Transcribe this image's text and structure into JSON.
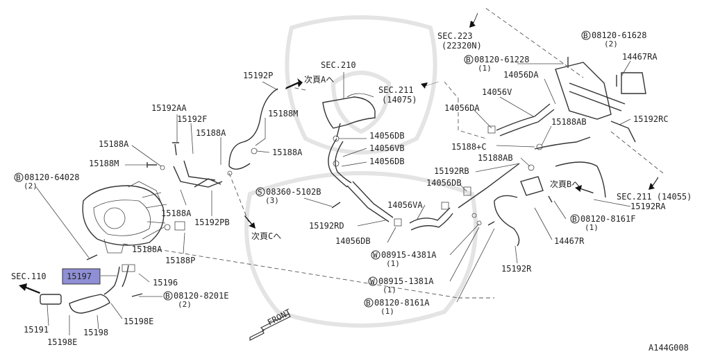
{
  "diagram_code": "A144G008",
  "highlight_color": "#8f8fd6",
  "labels": {
    "p15192p": "15192P",
    "jikai_a": "次頁Aへ",
    "sec210": "SEC.210",
    "sec211a_line1": "SEC.211",
    "sec211a_line2": "(14075)",
    "sec223_line1": "SEC.223",
    "sec223_line2": "(22320N)",
    "b61628": "08120-61628",
    "b61628_qty": "(2)",
    "b61228": "08120-61228",
    "b61228_qty": "(1)",
    "p14467ra": "14467RA",
    "p14056da_a": "14056DA",
    "p14056v": "14056V",
    "p14056da_b": "14056DA",
    "p15192aa": "15192AA",
    "p15192f": "15192F",
    "p15188m_a": "15188M",
    "p15188a_a": "15188A",
    "p15188a_b": "15188A",
    "p15188m_b": "15188M",
    "p15188a_c": "15188A",
    "p14056db_a": "14056DB",
    "p14056vb": "14056VB",
    "p14056db_b": "14056DB",
    "p15192rc": "15192RC",
    "p15188ab_a": "15188AB",
    "p15188c": "15188+C",
    "p15188ab_b": "15188AB",
    "p15192rb": "15192RB",
    "b64028": "08120-64028",
    "b64028_qty": "(2)",
    "s5102b": "08360-5102B",
    "s5102b_qty": "(3)",
    "p14056db_c": "14056DB",
    "jikai_b": "次頁Bへ",
    "sec211b": "SEC.211 (14055)",
    "p15192ra": "15192RA",
    "p15188a_d": "15188A",
    "p15192pb": "15192PB",
    "p14056va": "14056VA",
    "p15192rd": "15192RD",
    "b8161f": "08120-8161F",
    "b8161f_qty": "(1)",
    "jikai_c": "次頁Cへ",
    "p14056db_d": "14056DB",
    "p14467r": "14467R",
    "p15188a_e": "15188A",
    "p15188p": "15188P",
    "w4381a": "08915-4381A",
    "w4381a_qty": "(1)",
    "p15197": "15197",
    "p15196": "15196",
    "p15192r": "15192R",
    "sec110": "SEC.110",
    "w1381a": "08915-1381A",
    "w1381a_qty": "(1)",
    "b8201e": "08120-8201E",
    "b8201e_qty": "(2)",
    "b8161a": "08120-8161A",
    "b8161a_qty": "(1)",
    "p15198e_a": "15198E",
    "front": "FRONT",
    "p15191": "15191",
    "p15198": "15198",
    "p15198e_b": "15198E"
  },
  "symbols": {
    "bolt_prefix": "B",
    "screw_prefix": "S",
    "washer_prefix": "W"
  }
}
